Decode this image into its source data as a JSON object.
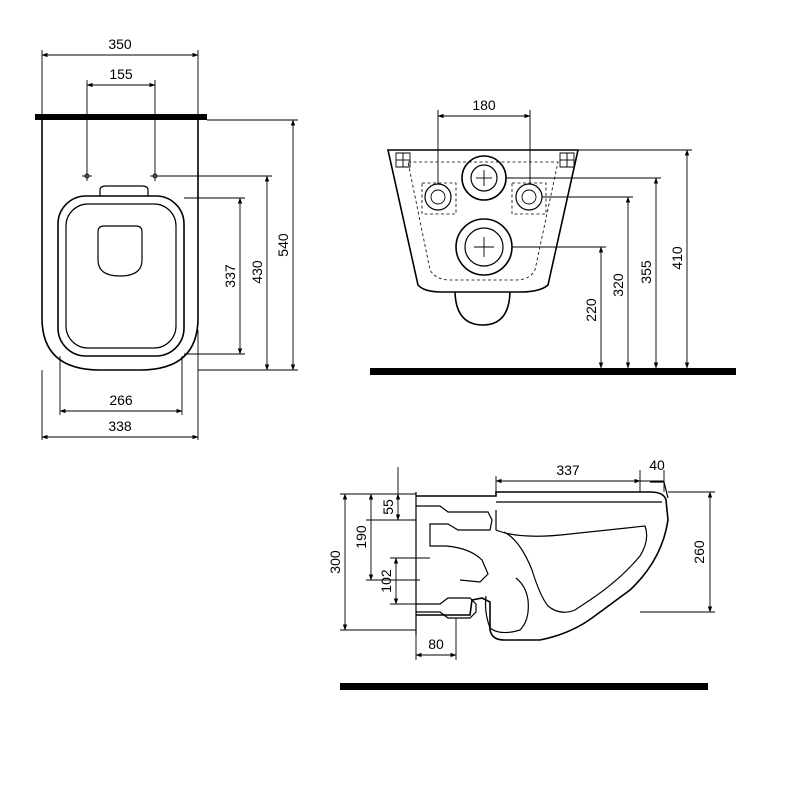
{
  "top_view": {
    "width_total": "350",
    "fixing_spacing": "155",
    "length_total": "540",
    "length_to_fixing": "430",
    "seat_opening_length": "337",
    "seat_opening_width": "266",
    "bowl_width": "338"
  },
  "front_view": {
    "fixing_spacing": "180",
    "height_outlet": "220",
    "height_inlet": "320",
    "height_side_holes": "355",
    "height_top_fixing": "410"
  },
  "side_view": {
    "bowl_depth": "337",
    "rim_offset": "40",
    "inlet_drop": "55",
    "inlet_height": "190",
    "total_height": "300",
    "outlet_diameter": "102",
    "outlet_projection": "80",
    "bowl_height": "260"
  }
}
